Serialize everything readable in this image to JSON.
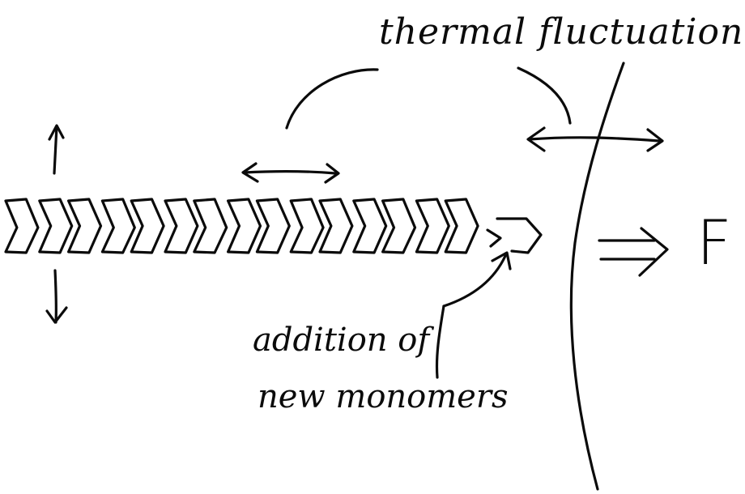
{
  "labels": {
    "thermal_fluctuation": "thermal fluctuation",
    "addition_line1": "addition of",
    "addition_line2": "new monomers",
    "force": "F"
  },
  "diagram": {
    "filament_monomer_count": 15,
    "ink_color": "#0b0b0b",
    "background_color": "#ffffff"
  }
}
